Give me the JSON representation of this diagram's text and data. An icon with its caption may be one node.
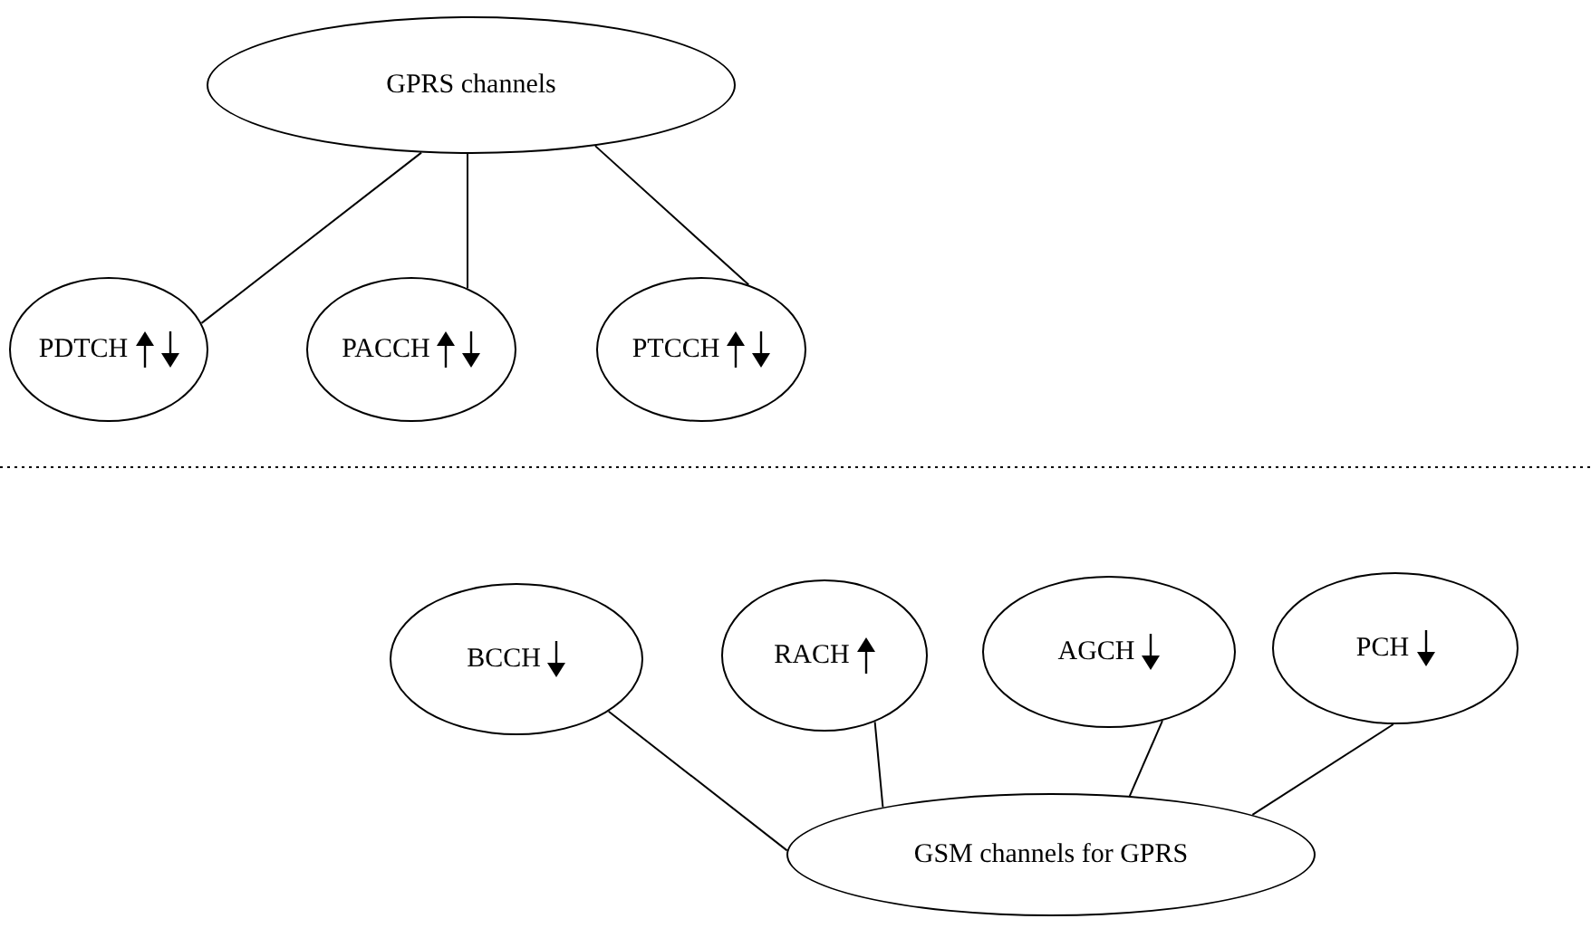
{
  "diagram": {
    "nodes": [
      {
        "text": [
          "GPRS channels"
        ]
      },
      {
        "text": [
          "PDTCH"
        ]
      },
      {
        "text": [
          "PACCH"
        ]
      },
      {
        "text": [
          "PTCCH"
        ]
      },
      {
        "text": [
          "BCCH"
        ]
      },
      {
        "text": [
          "RACH"
        ]
      },
      {
        "text": [
          "AGCH"
        ]
      },
      {
        "text": [
          "PCH"
        ]
      },
      {
        "text": [
          "GSM channels for GPRS"
        ]
      }
    ],
    "edges": [
      {
        "from": 0,
        "to": 1,
        "arrow": "none"
      },
      {
        "from": 0,
        "to": 2,
        "arrow": "none"
      },
      {
        "from": 0,
        "to": 3,
        "arrow": "none"
      },
      {
        "from": 4,
        "to": 8,
        "arrow": "none"
      },
      {
        "from": 5,
        "to": 8,
        "arrow": "none"
      },
      {
        "from": 6,
        "to": 8,
        "arrow": "none"
      },
      {
        "from": 7,
        "to": 8,
        "arrow": "none"
      }
    ]
  }
}
